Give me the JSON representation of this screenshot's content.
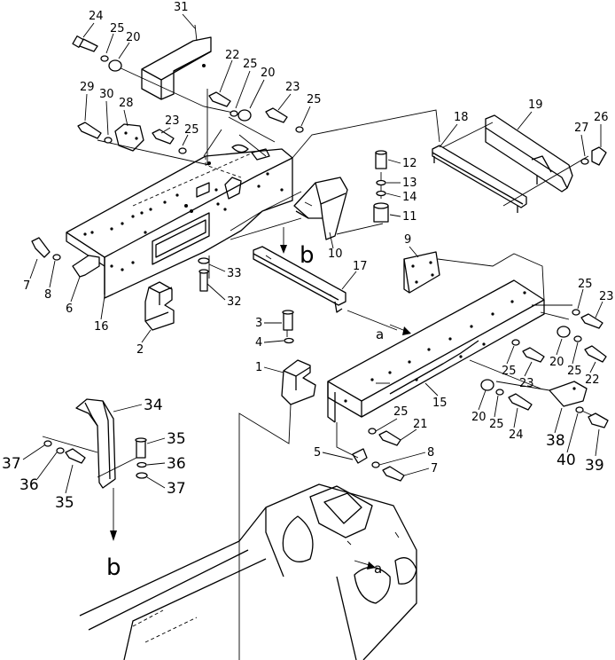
{
  "callouts": {
    "c24a": "24",
    "c25a": "25",
    "c20a": "20",
    "c31": "31",
    "c22a": "22",
    "c25b": "25",
    "c20b": "20",
    "c23a": "23",
    "c25c": "25",
    "c29": "29",
    "c30": "30",
    "c28": "28",
    "c23b": "23",
    "c25d": "25",
    "c18": "18",
    "c19": "19",
    "c27": "27",
    "c26": "26",
    "c12": "12",
    "c13": "13",
    "c14": "14",
    "c11": "11",
    "c10": "10",
    "c9": "9",
    "c17": "17",
    "c7a": "7",
    "c8a": "8",
    "c6": "6",
    "c16": "16",
    "c33": "33",
    "c32": "32",
    "c2": "2",
    "c3": "3",
    "c4": "4",
    "c1": "1",
    "c25e": "25",
    "c23c": "23",
    "c20c": "20",
    "c25f": "25",
    "c22b": "22",
    "c25g": "25",
    "c23d": "23",
    "c15": "15",
    "c20d": "20",
    "c25h": "25",
    "c24b": "24",
    "c38": "38",
    "c40": "40",
    "c39": "39",
    "c34": "34",
    "c35a": "35",
    "c36a": "36",
    "c37a": "37",
    "c37b": "37",
    "c36b": "36",
    "c35b": "35",
    "c25i": "25",
    "c21": "21",
    "c5": "5",
    "c8b": "8",
    "c7b": "7"
  },
  "letters": {
    "b_upper": "b",
    "b_lower": "b",
    "a_mid": "a",
    "a_lower": "a"
  }
}
